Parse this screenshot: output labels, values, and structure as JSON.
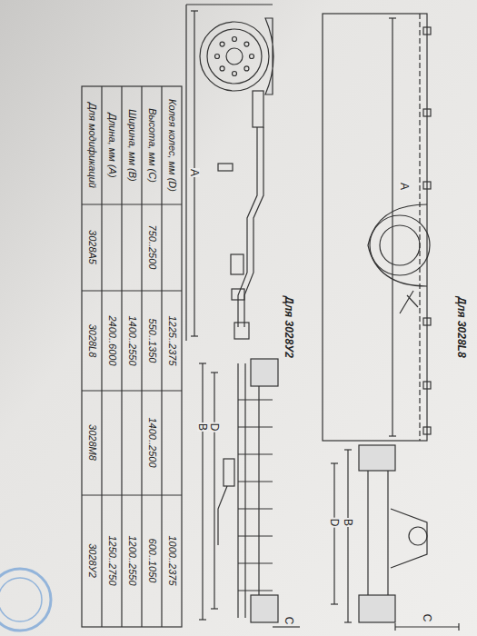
{
  "diagram": {
    "labels": [
      "Для 3028L8",
      "A",
      "Для 3028У2",
      "A",
      "D",
      "B",
      "C",
      "D",
      "B",
      "C",
      "Для модификаций",
      "3028A5",
      "3028L8",
      "3028M8",
      "3028У2",
      "Длина, мм (А)",
      "2400..6000",
      "1250..2750",
      "Ширина, мм (В)",
      "1400..2550",
      "1200..2550",
      "Высота, мм (С)",
      "750..2500",
      "550..1350",
      "1400..2500",
      "600..1050",
      "Колея колес, мм (D)",
      "1225..2375",
      "1000..2375"
    ]
  }
}
